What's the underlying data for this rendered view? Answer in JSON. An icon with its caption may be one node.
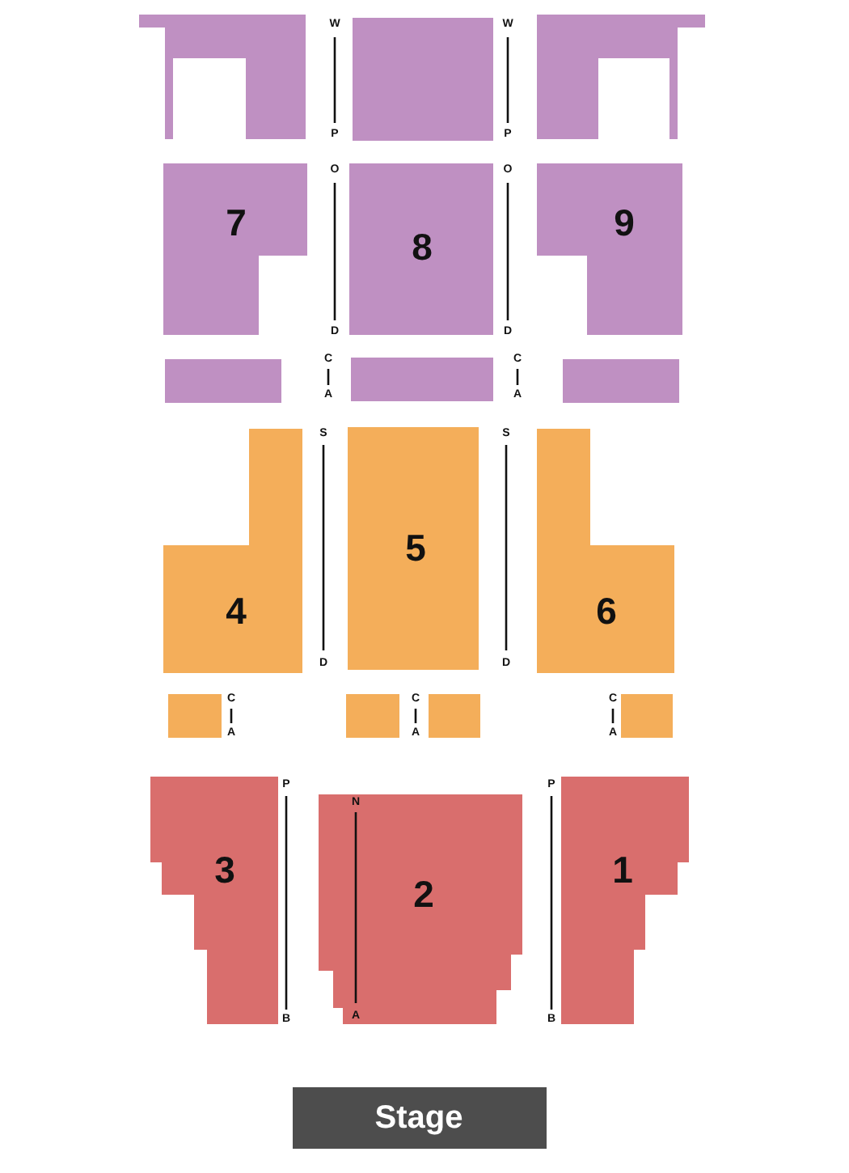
{
  "diagram": {
    "nodes": [
      {
        "text": [],
        "shape": "box"
      },
      {
        "text": [],
        "shape": "box"
      },
      {
        "text": [],
        "shape": "box"
      },
      {
        "text": [
          "7"
        ]
      },
      {
        "text": [
          "8"
        ]
      },
      {
        "text": [
          "9"
        ]
      },
      {
        "text": [],
        "shape": "box"
      },
      {
        "text": [],
        "shape": "box"
      },
      {
        "text": [],
        "shape": "box"
      },
      {
        "text": [
          "4"
        ]
      },
      {
        "text": [
          "5"
        ]
      },
      {
        "text": [
          "6"
        ]
      },
      {
        "text": [],
        "shape": "box"
      },
      {
        "text": [],
        "shape": "box"
      },
      {
        "text": [],
        "shape": "box"
      },
      {
        "text": [],
        "shape": "box"
      },
      {
        "text": [
          "3"
        ]
      },
      {
        "text": [
          "2"
        ]
      },
      {
        "text": [
          "1"
        ]
      },
      {
        "text": [
          "Stage"
        ]
      }
    ],
    "labels": [
      "W",
      "W",
      "P",
      "P",
      "O",
      "O",
      "D",
      "D",
      "C",
      "C",
      "A",
      "A",
      "S",
      "S",
      "D",
      "D",
      "C",
      "C",
      "C",
      "A",
      "A",
      "A",
      "P",
      "P",
      "N",
      "B",
      "A",
      "B"
    ]
  }
}
